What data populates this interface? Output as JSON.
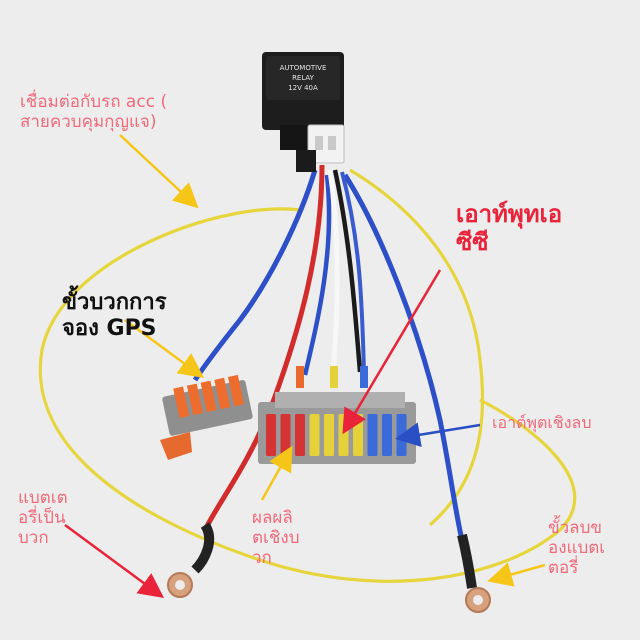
{
  "relay": {
    "text_line1": "AUTOMOTIVE",
    "text_line2": "RELAY",
    "text_line3": "12V 40A"
  },
  "labels": {
    "acc_line1": "เชื่อมต่อกับรถ acc (",
    "acc_line2": "สายควบคุมกุญแจ)",
    "gps_line1": "ขั้วบวกการ",
    "gps_line2": "จอง GPS",
    "acc_out_line1": "เอาท์พุทเอ",
    "acc_out_line2": "ซีซี",
    "neg_out": "เอาต์พุตเชิงลบ",
    "bat_pos_line1": "แบตเต",
    "bat_pos_line2": "อรี่เป็น",
    "bat_pos_line3": "บวก",
    "pos_out_line1": "ผลผลิ",
    "pos_out_line2": "ตเชิงบ",
    "pos_out_line3": "วก",
    "bat_neg_line1": "ขั้วลบข",
    "bat_neg_line2": "องแบตเ",
    "bat_neg_line3": "ตอรี่"
  },
  "colors": {
    "background": "#ececec",
    "label_pink": "#f06a7a",
    "label_red": "#e8233a",
    "arrow_yellow": "#f5c518",
    "wire_yellow": "#e8d43a",
    "wire_red": "#d42a2a",
    "wire_blue": "#2a4fc4",
    "relay_black": "#1b1b1b"
  }
}
